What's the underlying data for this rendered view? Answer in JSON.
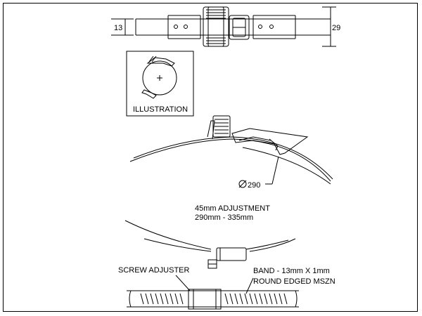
{
  "top_view": {
    "band_width_label": "13",
    "overall_width_label": "29"
  },
  "illustration": {
    "caption": "ILLUSTRATION"
  },
  "side_view": {
    "diameter_label": "290"
  },
  "specs": {
    "adjustment_line": "45mm ADJUSTMENT",
    "range_line": "290mm - 335mm",
    "screw_label": "SCREW ADJUSTER",
    "band_line1": "BAND - 13mm X 1mm",
    "band_line2": "ROUND EDGED MSZN"
  }
}
